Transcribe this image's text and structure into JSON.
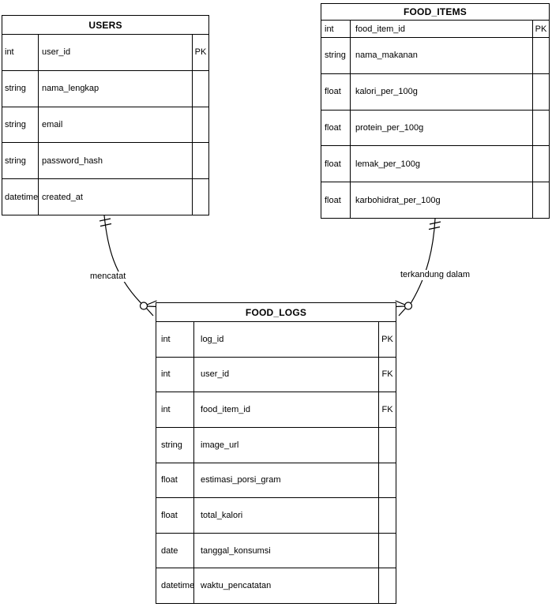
{
  "diagram": {
    "type": "entity-relationship",
    "background_color": "#ffffff",
    "line_color": "#000000",
    "text_color": "#000000"
  },
  "entities": {
    "users": {
      "title": "USERS",
      "rows": [
        {
          "type": "int",
          "name": "user_id",
          "key": "PK"
        },
        {
          "type": "string",
          "name": "nama_lengkap",
          "key": ""
        },
        {
          "type": "string",
          "name": "email",
          "key": ""
        },
        {
          "type": "string",
          "name": "password_hash",
          "key": ""
        },
        {
          "type": "datetime",
          "name": "created_at",
          "key": ""
        }
      ]
    },
    "food_items": {
      "title": "FOOD_ITEMS",
      "rows": [
        {
          "type": "int",
          "name": "food_item_id",
          "key": "PK"
        },
        {
          "type": "string",
          "name": "nama_makanan",
          "key": ""
        },
        {
          "type": "float",
          "name": "kalori_per_100g",
          "key": ""
        },
        {
          "type": "float",
          "name": "protein_per_100g",
          "key": ""
        },
        {
          "type": "float",
          "name": "lemak_per_100g",
          "key": ""
        },
        {
          "type": "float",
          "name": "karbohidrat_per_100g",
          "key": ""
        }
      ]
    },
    "food_logs": {
      "title": "FOOD_LOGS",
      "rows": [
        {
          "type": "int",
          "name": "log_id",
          "key": "PK"
        },
        {
          "type": "int",
          "name": "user_id",
          "key": "FK"
        },
        {
          "type": "int",
          "name": "food_item_id",
          "key": "FK"
        },
        {
          "type": "string",
          "name": "image_url",
          "key": ""
        },
        {
          "type": "float",
          "name": "estimasi_porsi_gram",
          "key": ""
        },
        {
          "type": "float",
          "name": "total_kalori",
          "key": ""
        },
        {
          "type": "date",
          "name": "tanggal_konsumsi",
          "key": ""
        },
        {
          "type": "datetime",
          "name": "waktu_pencatatan",
          "key": ""
        }
      ]
    }
  },
  "relationships": [
    {
      "label": "mencatat",
      "from": "USERS",
      "to": "FOOD_LOGS",
      "from_cardinality": "one-and-only-one",
      "to_cardinality": "zero-or-many"
    },
    {
      "label": "terkandung dalam",
      "from": "FOOD_ITEMS",
      "to": "FOOD_LOGS",
      "from_cardinality": "one-and-only-one",
      "to_cardinality": "zero-or-many"
    }
  ]
}
